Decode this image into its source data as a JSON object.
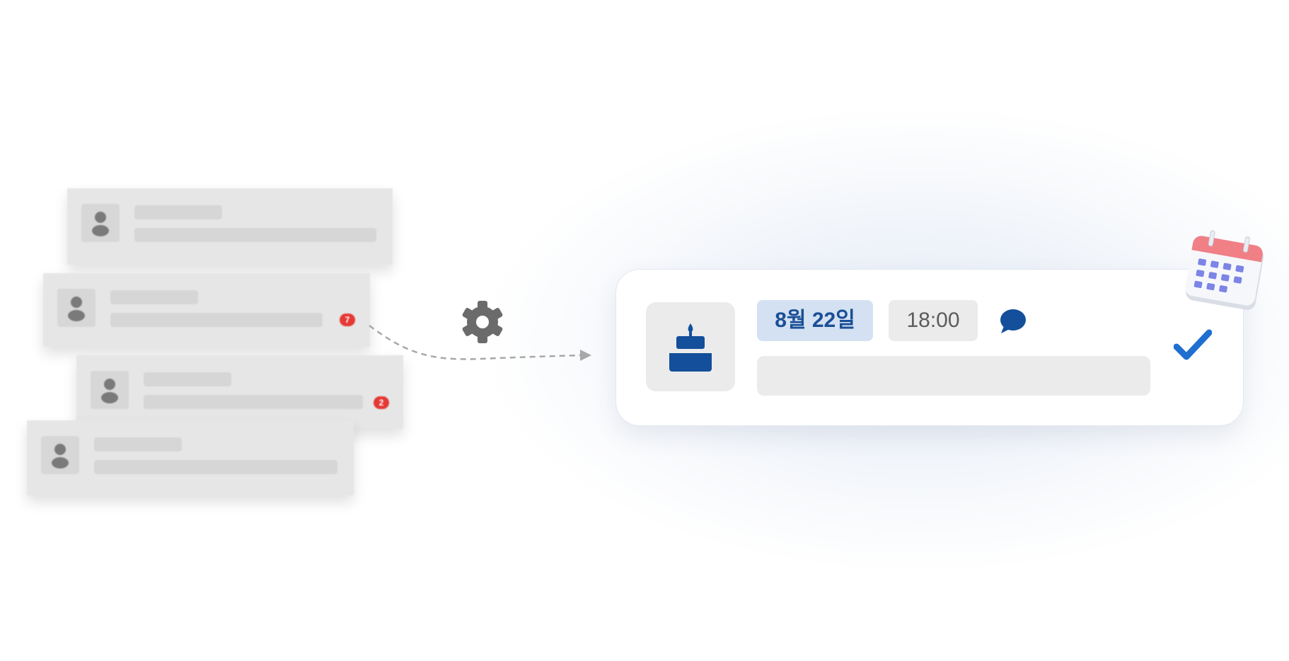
{
  "list_cards": [
    {
      "badge": ""
    },
    {
      "badge": "7"
    },
    {
      "badge": "2"
    },
    {
      "badge": ""
    }
  ],
  "event_card": {
    "date": "8월 22일",
    "time": "18:00"
  },
  "colors": {
    "accent_blue": "#1a4f96",
    "date_pill_bg": "#d4e1f2",
    "badge_red": "#e53935",
    "gear_gray": "#6b6b6b",
    "check_blue": "#1f6fd1"
  },
  "icons": [
    "user-icon",
    "settings-gear-icon",
    "birthday-cake-icon",
    "chat-bubble-icon",
    "checkmark-icon",
    "calendar-icon"
  ]
}
